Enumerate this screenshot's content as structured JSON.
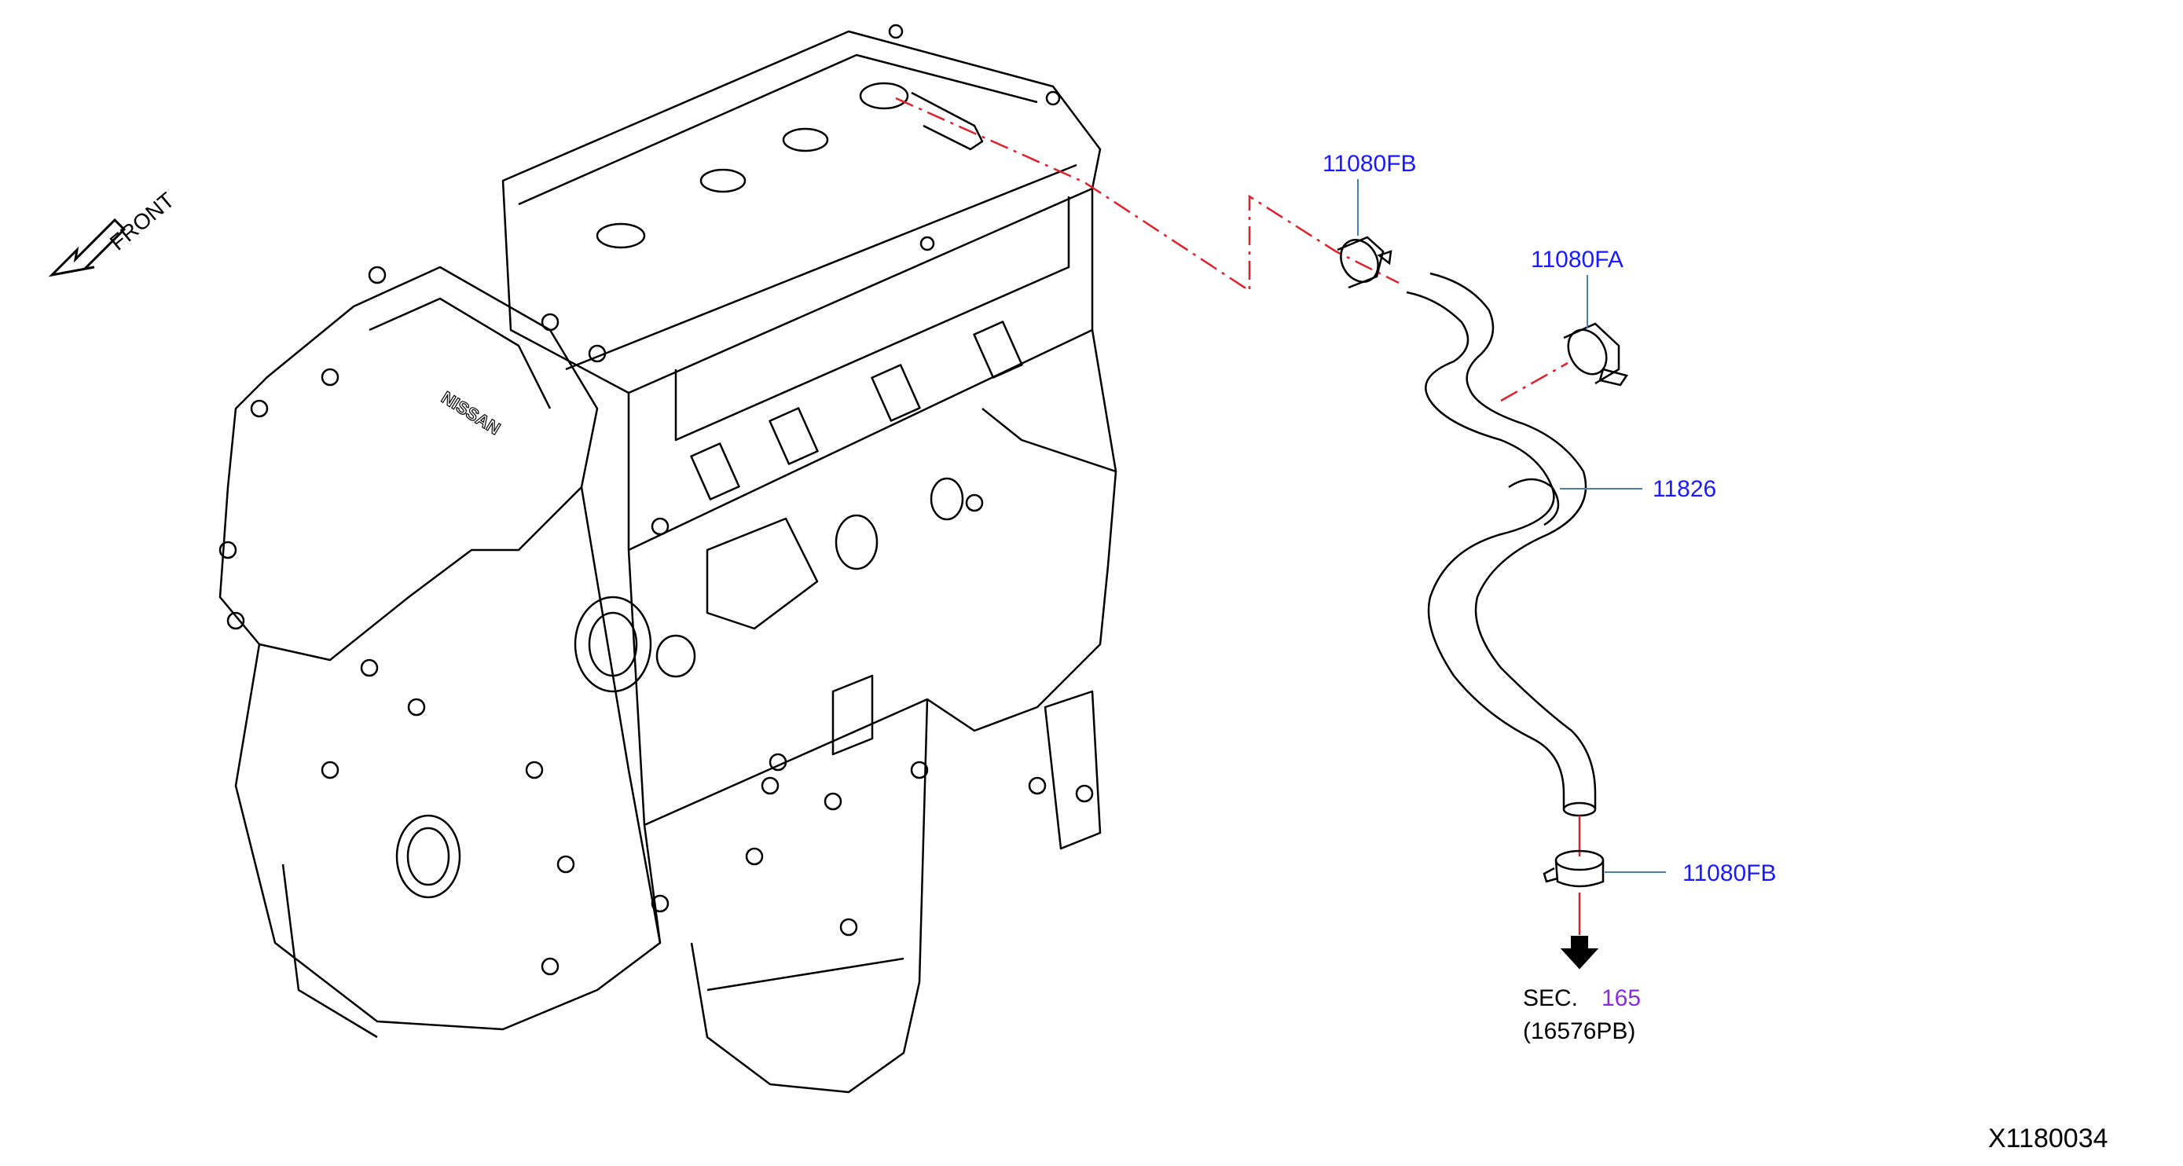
{
  "diagram": {
    "front_label": "FRONT",
    "engine_logo_text": "NISSAN",
    "parts": [
      {
        "number": "11080FB",
        "color": "#1a1aff"
      },
      {
        "number": "11080FA",
        "color": "#1a1aff"
      },
      {
        "number": "11826",
        "color": "#1a1aff"
      },
      {
        "number": "11080FB",
        "color": "#1a1aff"
      }
    ],
    "section_ref": {
      "prefix": "SEC.",
      "number": "165",
      "number_color": "#8a2be2",
      "sub": "(16576PB)"
    },
    "drawing_id": "X1180034",
    "leader_color": "#4a7fb5",
    "dash_color": "#e0202a"
  }
}
